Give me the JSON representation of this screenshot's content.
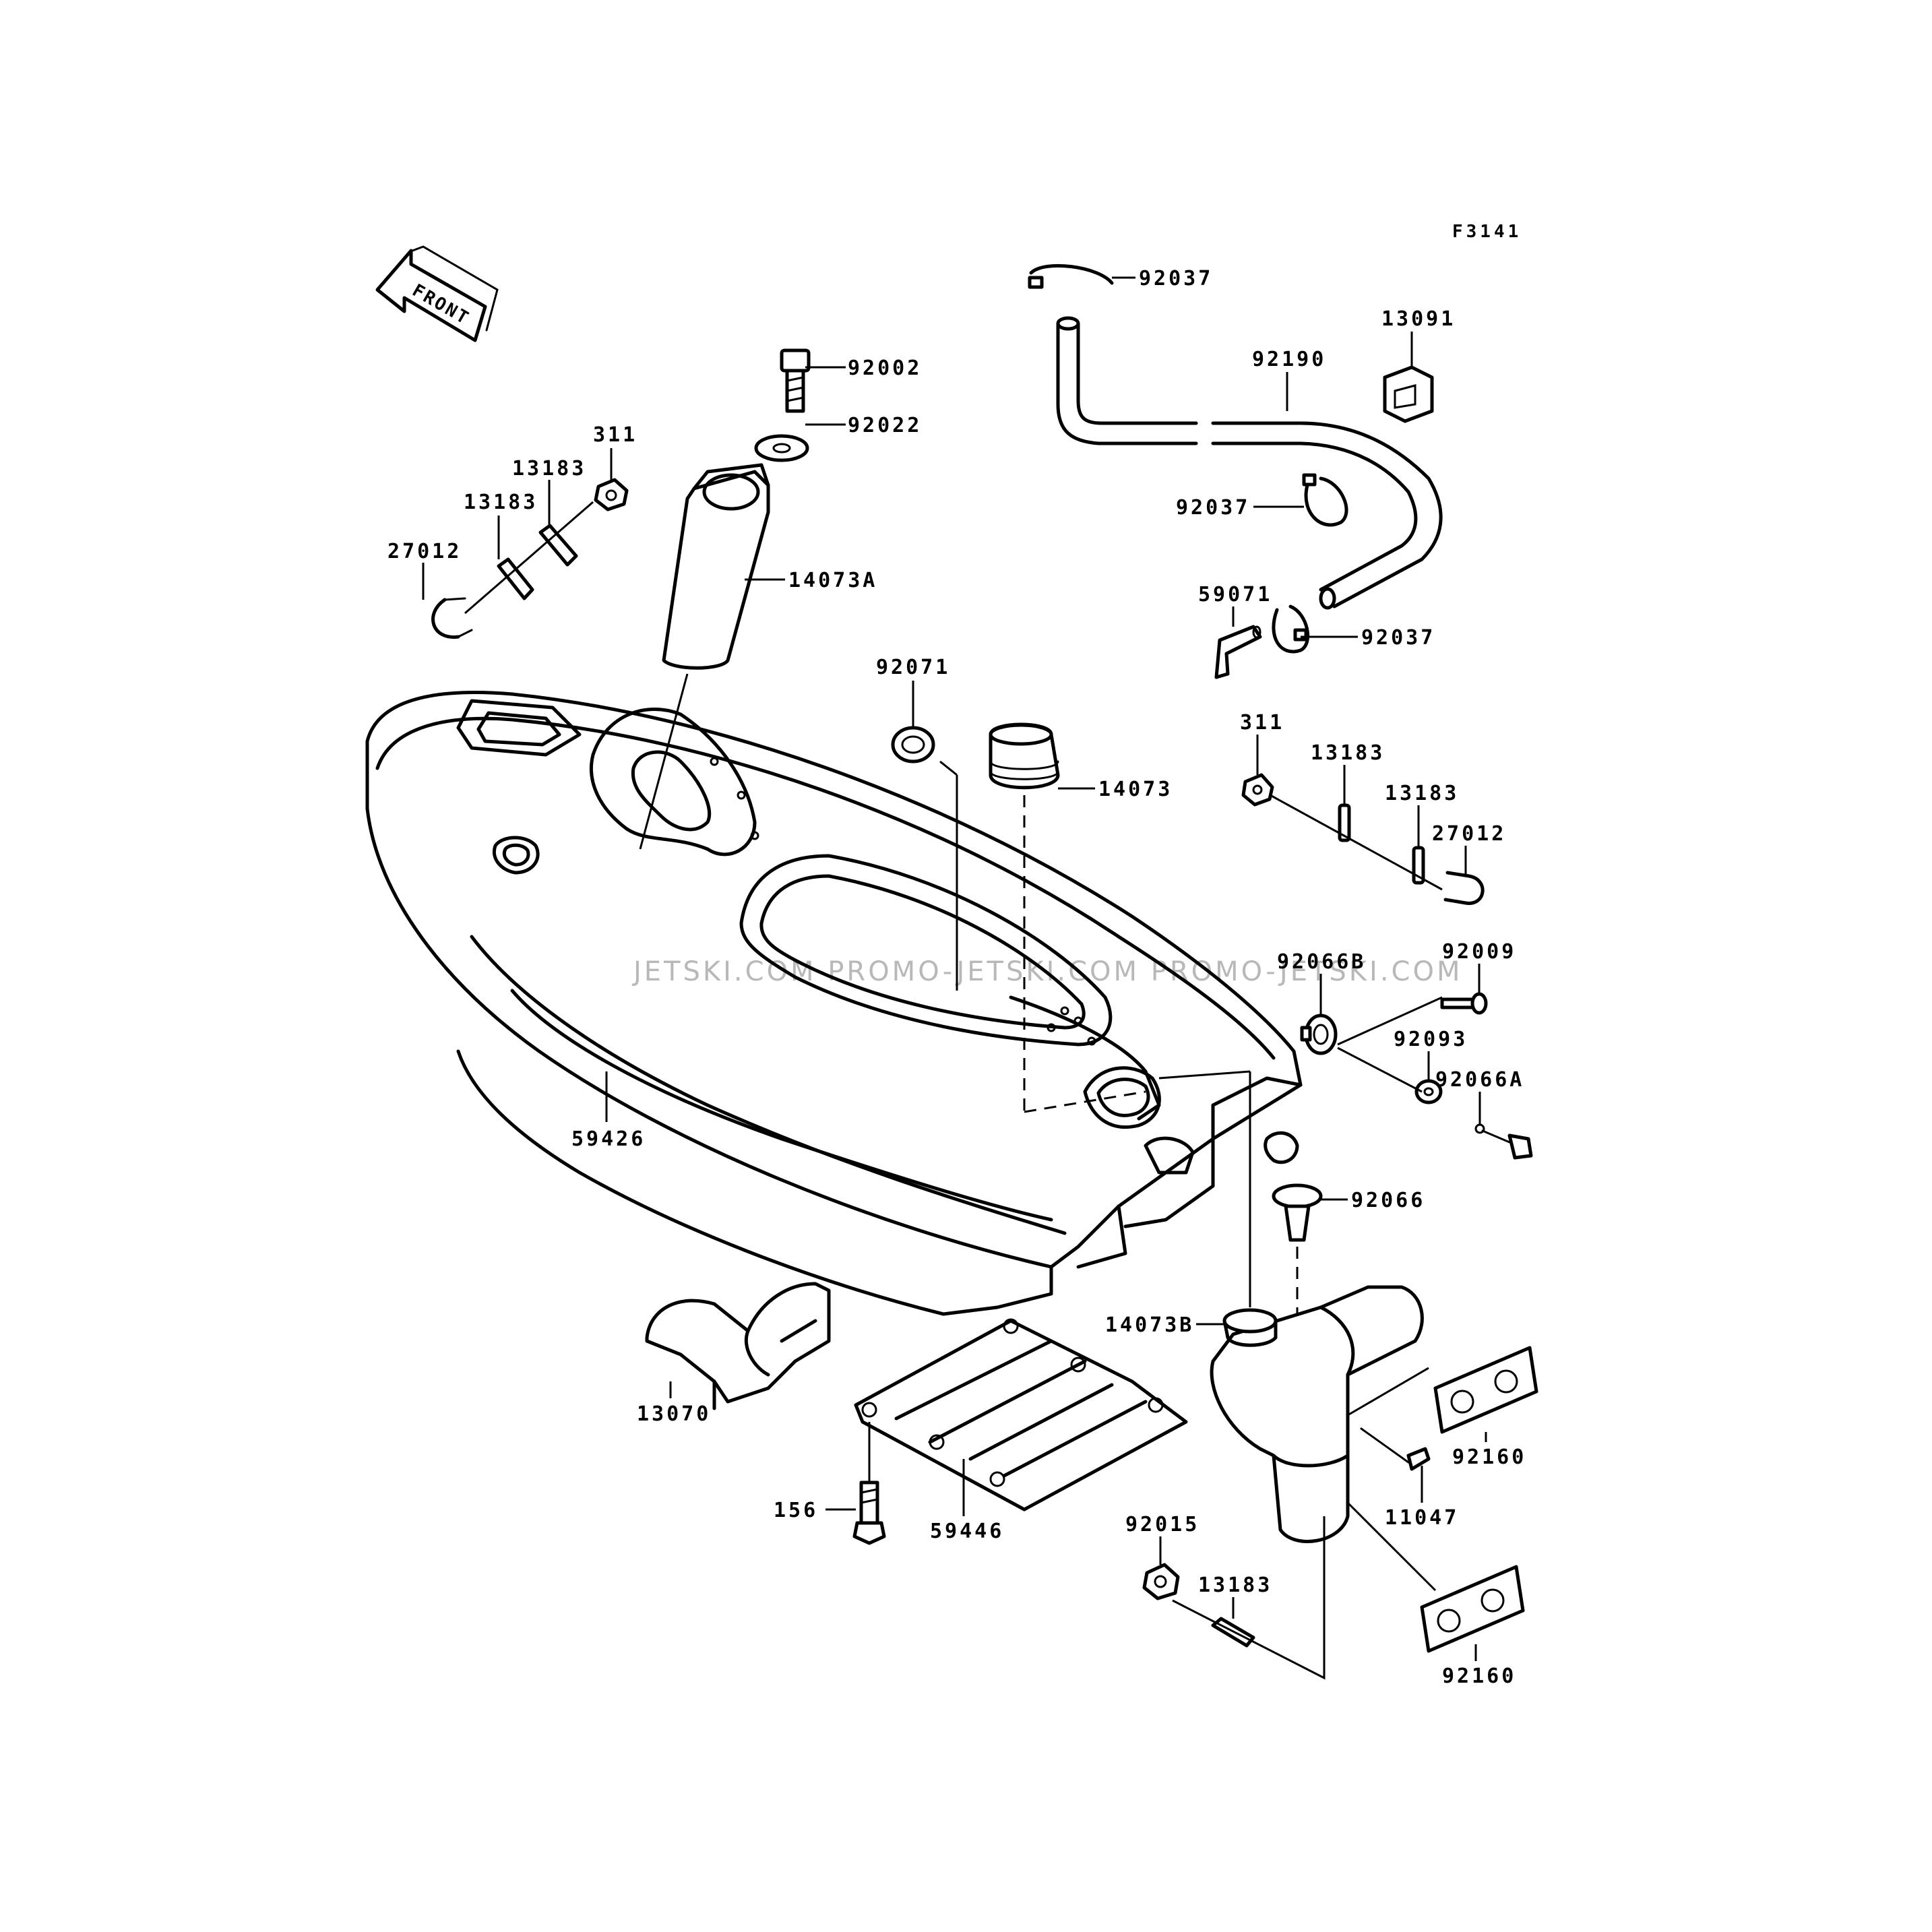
{
  "diagram_code": "F3141",
  "front_label": "FRONT",
  "watermark": "JETSKI.COM    PROMO-JETSKI.COM    PROMO-JETSKI.COM",
  "part_labels": {
    "p92037_top": "92037",
    "p92190": "92190",
    "p13091": "13091",
    "p92002": "92002",
    "p92022": "92022",
    "p311_left": "311",
    "p13183_a": "13183",
    "p13183_b": "13183",
    "p27012_left": "27012",
    "p14073A": "14073A",
    "p92037_mid": "92037",
    "p59071": "59071",
    "p92037_low": "92037",
    "p92071": "92071",
    "p14073": "14073",
    "p311_right": "311",
    "p13183_c": "13183",
    "p13183_d": "13183",
    "p27012_right": "27012",
    "p92066B": "92066B",
    "p92009": "92009",
    "p92093": "92093",
    "p92066A": "92066A",
    "p59426": "59426",
    "p92066": "92066",
    "p14073B": "14073B",
    "p13070": "13070",
    "p92160_top": "92160",
    "p11047": "11047",
    "p156": "156",
    "p59446": "59446",
    "p92015": "92015",
    "p13183_e": "13183",
    "p92160_bottom": "92160"
  }
}
